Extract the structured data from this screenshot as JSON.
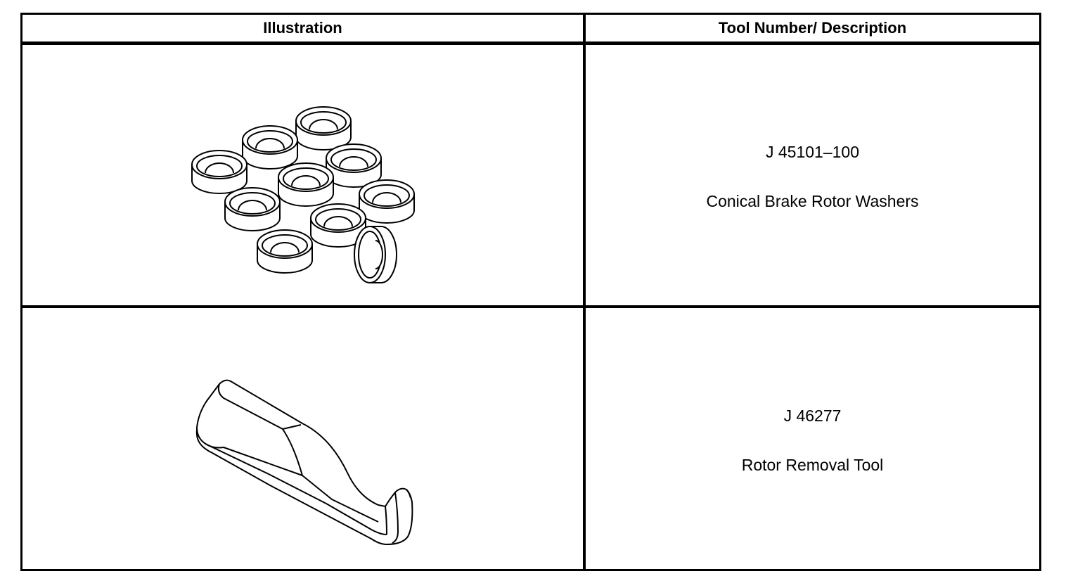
{
  "table": {
    "headers": {
      "illustration": "Illustration",
      "description": "Tool Number/ Description"
    },
    "rows": [
      {
        "illustration_icon": "conical-washers-icon",
        "tool_number": "J 45101–100",
        "tool_name": "Conical Brake Rotor Washers"
      },
      {
        "illustration_icon": "rotor-removal-tool-icon",
        "tool_number": "J 46277",
        "tool_name": "Rotor Removal Tool"
      }
    ]
  }
}
